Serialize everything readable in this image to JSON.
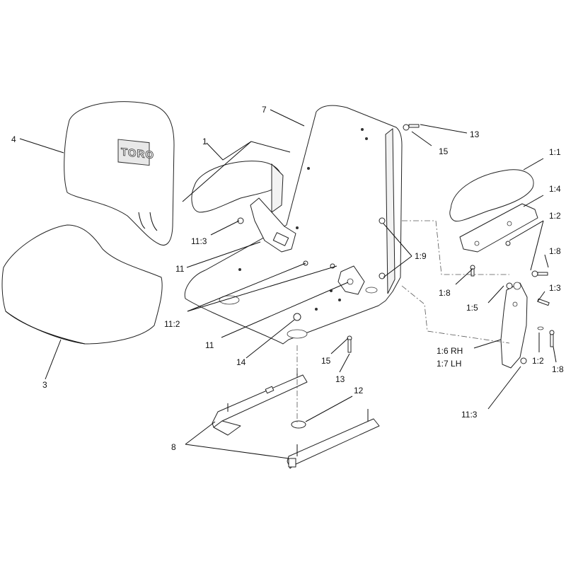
{
  "logo_text": "TORO",
  "callouts": {
    "c4": "4",
    "c1": "1",
    "c7": "7",
    "c13_top": "13",
    "c15_top": "15",
    "c1_1": "1:1",
    "c1_4": "1:4",
    "c1_2_top": "1:2",
    "c1_8_right": "1:8",
    "c1_3": "1:3",
    "c1_9": "1:9",
    "c1_8_left": "1:8",
    "c1_5": "1:5",
    "c11_3_left": "11:3",
    "c11_top": "11",
    "c11_2": "11:2",
    "c11_bottom": "11",
    "c3": "3",
    "c14": "14",
    "c15_bottom": "15",
    "c13_bottom": "13",
    "c12": "12",
    "c8": "8",
    "c1_6": "1:6 RH",
    "c1_7": "1:7 LH",
    "c1_2_bottom": "1:2",
    "c1_8_bottom": "1:8",
    "c11_3_bottom": "11:3"
  }
}
